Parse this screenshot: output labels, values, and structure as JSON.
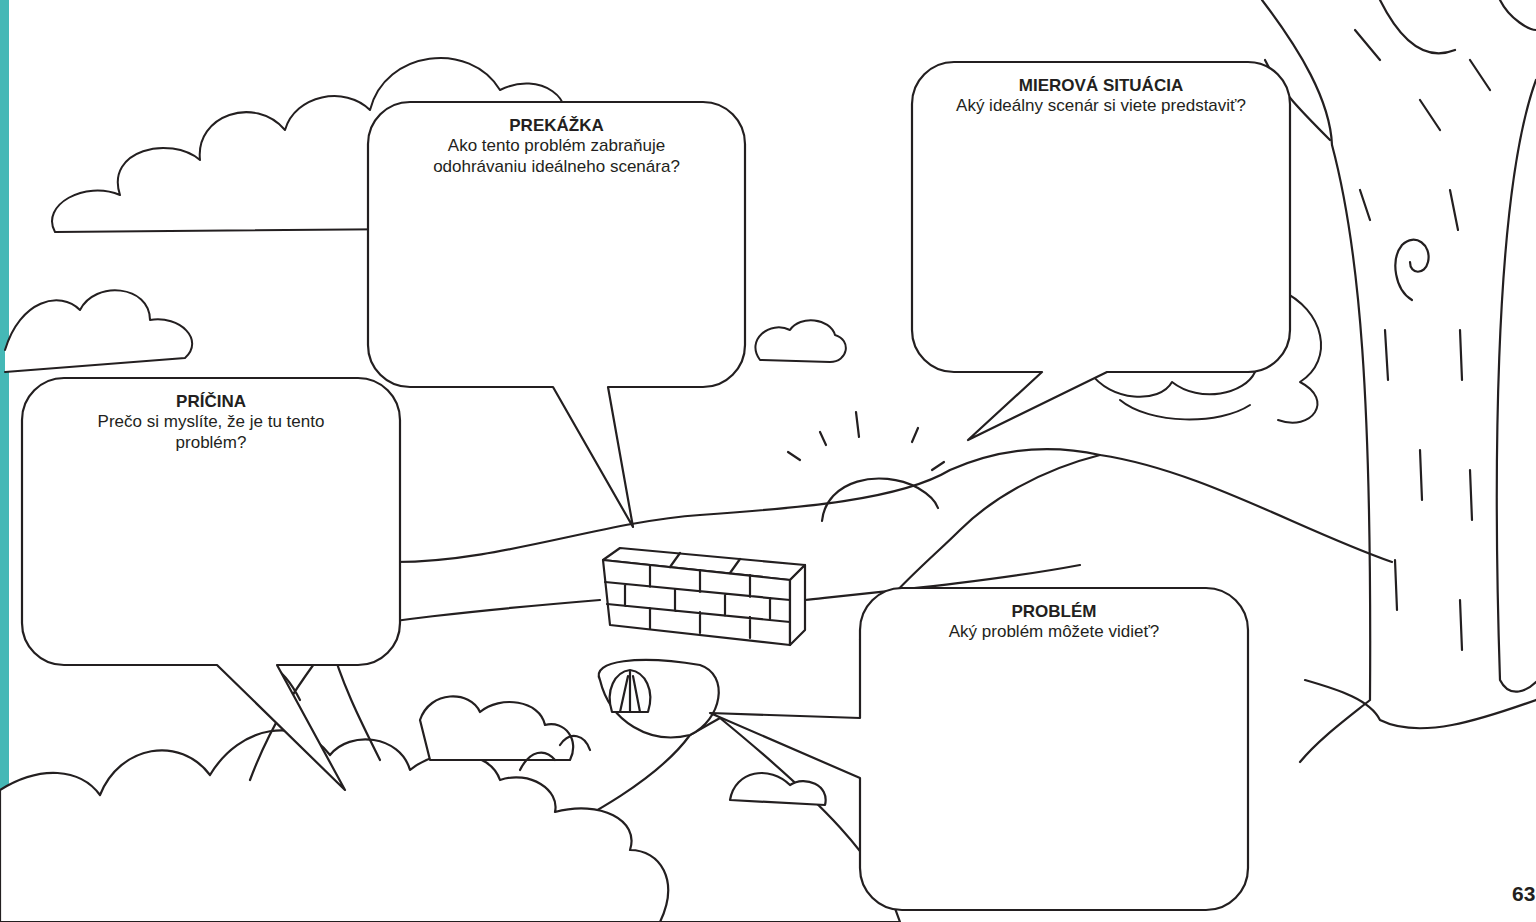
{
  "diagram": {
    "nodes": [
      {
        "text": [
          "MIEROVÁ SITUÁCIA",
          "Aký ideálny scenár si viete predstaviť?"
        ]
      },
      {
        "text": [
          "PREKÁŽKA",
          "Ako tento problém zabraňuje odohrávaniu ideálneho scenára?"
        ]
      },
      {
        "text": [
          "PRÍČINA",
          "Prečo si myslíte, že je tu tento problém?"
        ]
      },
      {
        "text": [
          "PROBLÉM",
          "Aký problém môžete vidieť?"
        ]
      }
    ],
    "labels": [
      "63"
    ]
  }
}
